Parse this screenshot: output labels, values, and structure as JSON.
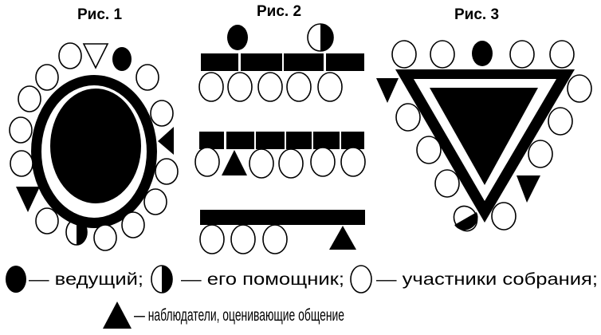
{
  "figures": [
    {
      "title": "Рис. 1"
    },
    {
      "title": "Рис. 2"
    },
    {
      "title": "Рис. 3"
    }
  ],
  "legend": {
    "leader": "— ведущий;",
    "helper": "— его помощник;",
    "participants": "— участники собрания;",
    "observers": "— наблюдатели, оценивающие общение"
  },
  "colors": {
    "ink": "#000000",
    "paper": "#ffffff"
  }
}
